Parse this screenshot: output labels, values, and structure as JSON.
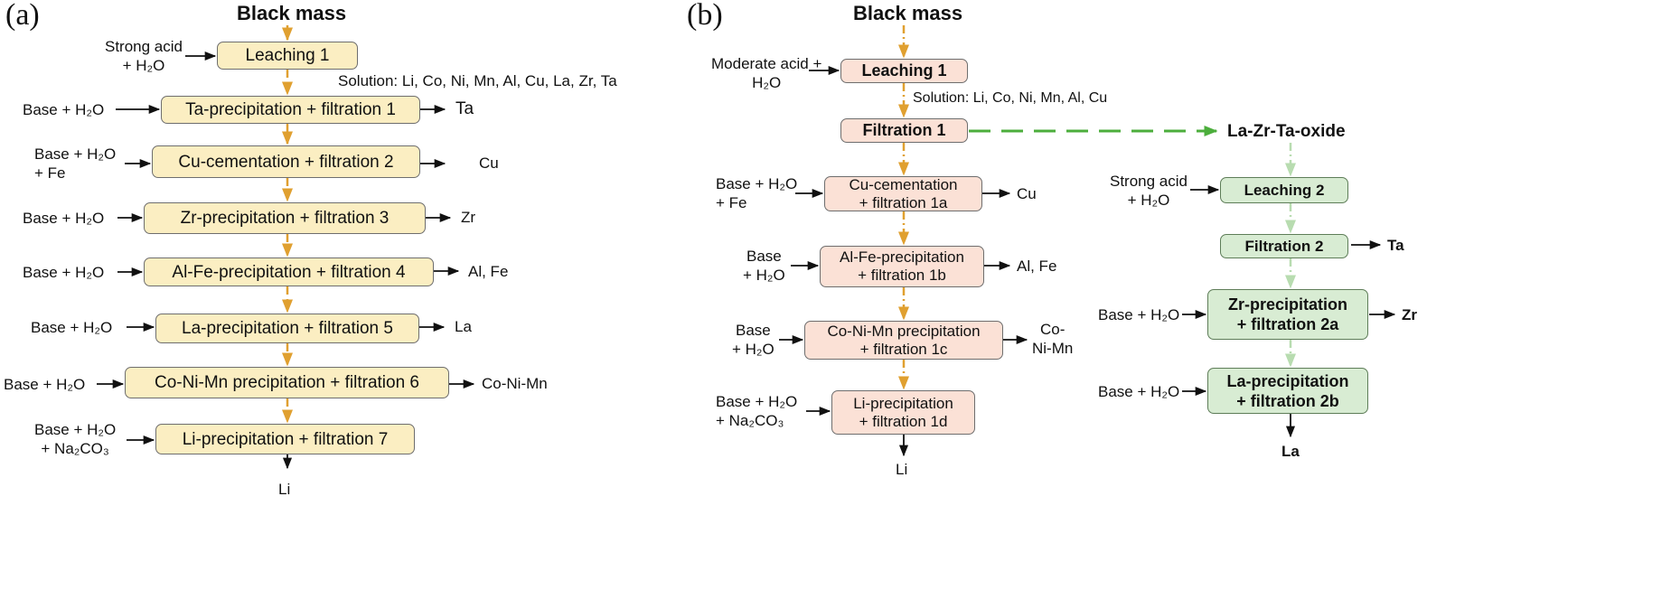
{
  "panel_a": {
    "label": "(a)",
    "title": "Black mass",
    "solution_note": "Solution: Li, Co, Ni, Mn, Al, Cu, La, Zr, Ta",
    "steps": [
      {
        "text": "Leaching 1",
        "input": "Strong acid\n+ H₂O",
        "output": ""
      },
      {
        "text": "Ta-precipitation + filtration 1",
        "input": "Base + H₂O",
        "output": "Ta"
      },
      {
        "text": "Cu-cementation + filtration 2",
        "input": "Base + H₂O\n+ Fe",
        "output": "Cu"
      },
      {
        "text": "Zr-precipitation + filtration 3",
        "input": "Base + H₂O",
        "output": "Zr"
      },
      {
        "text": "Al-Fe-precipitation + filtration 4",
        "input": "Base + H₂O",
        "output": "Al, Fe"
      },
      {
        "text": "La-precipitation + filtration 5",
        "input": "Base + H₂O",
        "output": "La"
      },
      {
        "text": "Co-Ni-Mn precipitation + filtration 6",
        "input": "Base + H₂O",
        "output": "Co-Ni-Mn"
      },
      {
        "text": "Li-precipitation + filtration 7",
        "input": "Base + H₂O\n+ Na₂CO₃",
        "output": ""
      }
    ],
    "final_output": "Li"
  },
  "panel_b": {
    "label": "(b)",
    "title": "Black mass",
    "solution_note": "Solution: Li, Co, Ni, Mn, Al, Cu",
    "main_steps": [
      {
        "text": "Leaching 1",
        "input": "Moderate acid +\nH₂O",
        "output": ""
      },
      {
        "text": "Filtration 1",
        "input": "",
        "output": ""
      },
      {
        "text": "Cu-cementation\n+ filtration 1a",
        "input": "Base + H₂O\n+ Fe",
        "output": "Cu"
      },
      {
        "text": "Al-Fe-precipitation\n+ filtration 1b",
        "input": "Base\n+ H₂O",
        "output": "Al, Fe"
      },
      {
        "text": "Co-Ni-Mn precipitation\n+ filtration 1c",
        "input": "Base\n+ H₂O",
        "output": "Co-\nNi-Mn"
      },
      {
        "text": "Li-precipitation\n+ filtration 1d",
        "input": "Base + H₂O\n+ Na₂CO₃",
        "output": ""
      }
    ],
    "main_final_output": "Li",
    "side_product": "La-Zr-Ta-oxide",
    "side_steps": [
      {
        "text": "Leaching 2",
        "input": "Strong acid\n+ H₂O",
        "output": ""
      },
      {
        "text": "Filtration 2",
        "input": "",
        "output": "Ta"
      },
      {
        "text": "Zr-precipitation\n+ filtration 2a",
        "input": "Base + H₂O",
        "output": "Zr"
      },
      {
        "text": "La-precipitation\n+ filtration 2b",
        "input": "Base + H₂O",
        "output": ""
      }
    ],
    "side_final_output": "La"
  },
  "colors": {
    "box_yellow": "#fbeec2",
    "box_peach": "#fbe1d6",
    "box_green": "#d8ecd3",
    "flow_orange": "#e0a030",
    "flow_green_dash": "#4cae3c",
    "flow_light_green": "#b8dcb0"
  }
}
